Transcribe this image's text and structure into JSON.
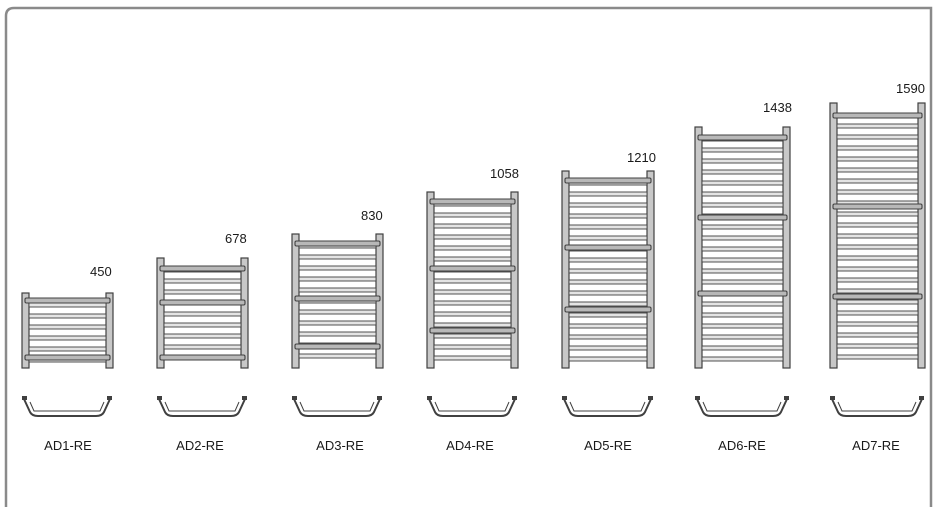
{
  "radiators": [
    {
      "model": "AD1-RE",
      "height": "450"
    },
    {
      "model": "AD2-RE",
      "height": "678"
    },
    {
      "model": "AD3-RE",
      "height": "830"
    },
    {
      "model": "AD4-RE",
      "height": "1058"
    },
    {
      "model": "AD5-RE",
      "height": "1210"
    },
    {
      "model": "AD6-RE",
      "height": "1438"
    },
    {
      "model": "AD7-RE",
      "height": "1590"
    }
  ],
  "colors": {
    "frame": "#8a8a8a",
    "post_fill": "#c8c8c8",
    "rail_stroke": "#404040",
    "rail_fill": "#e4e4e4",
    "bar_fill": "#b8b8b8"
  }
}
